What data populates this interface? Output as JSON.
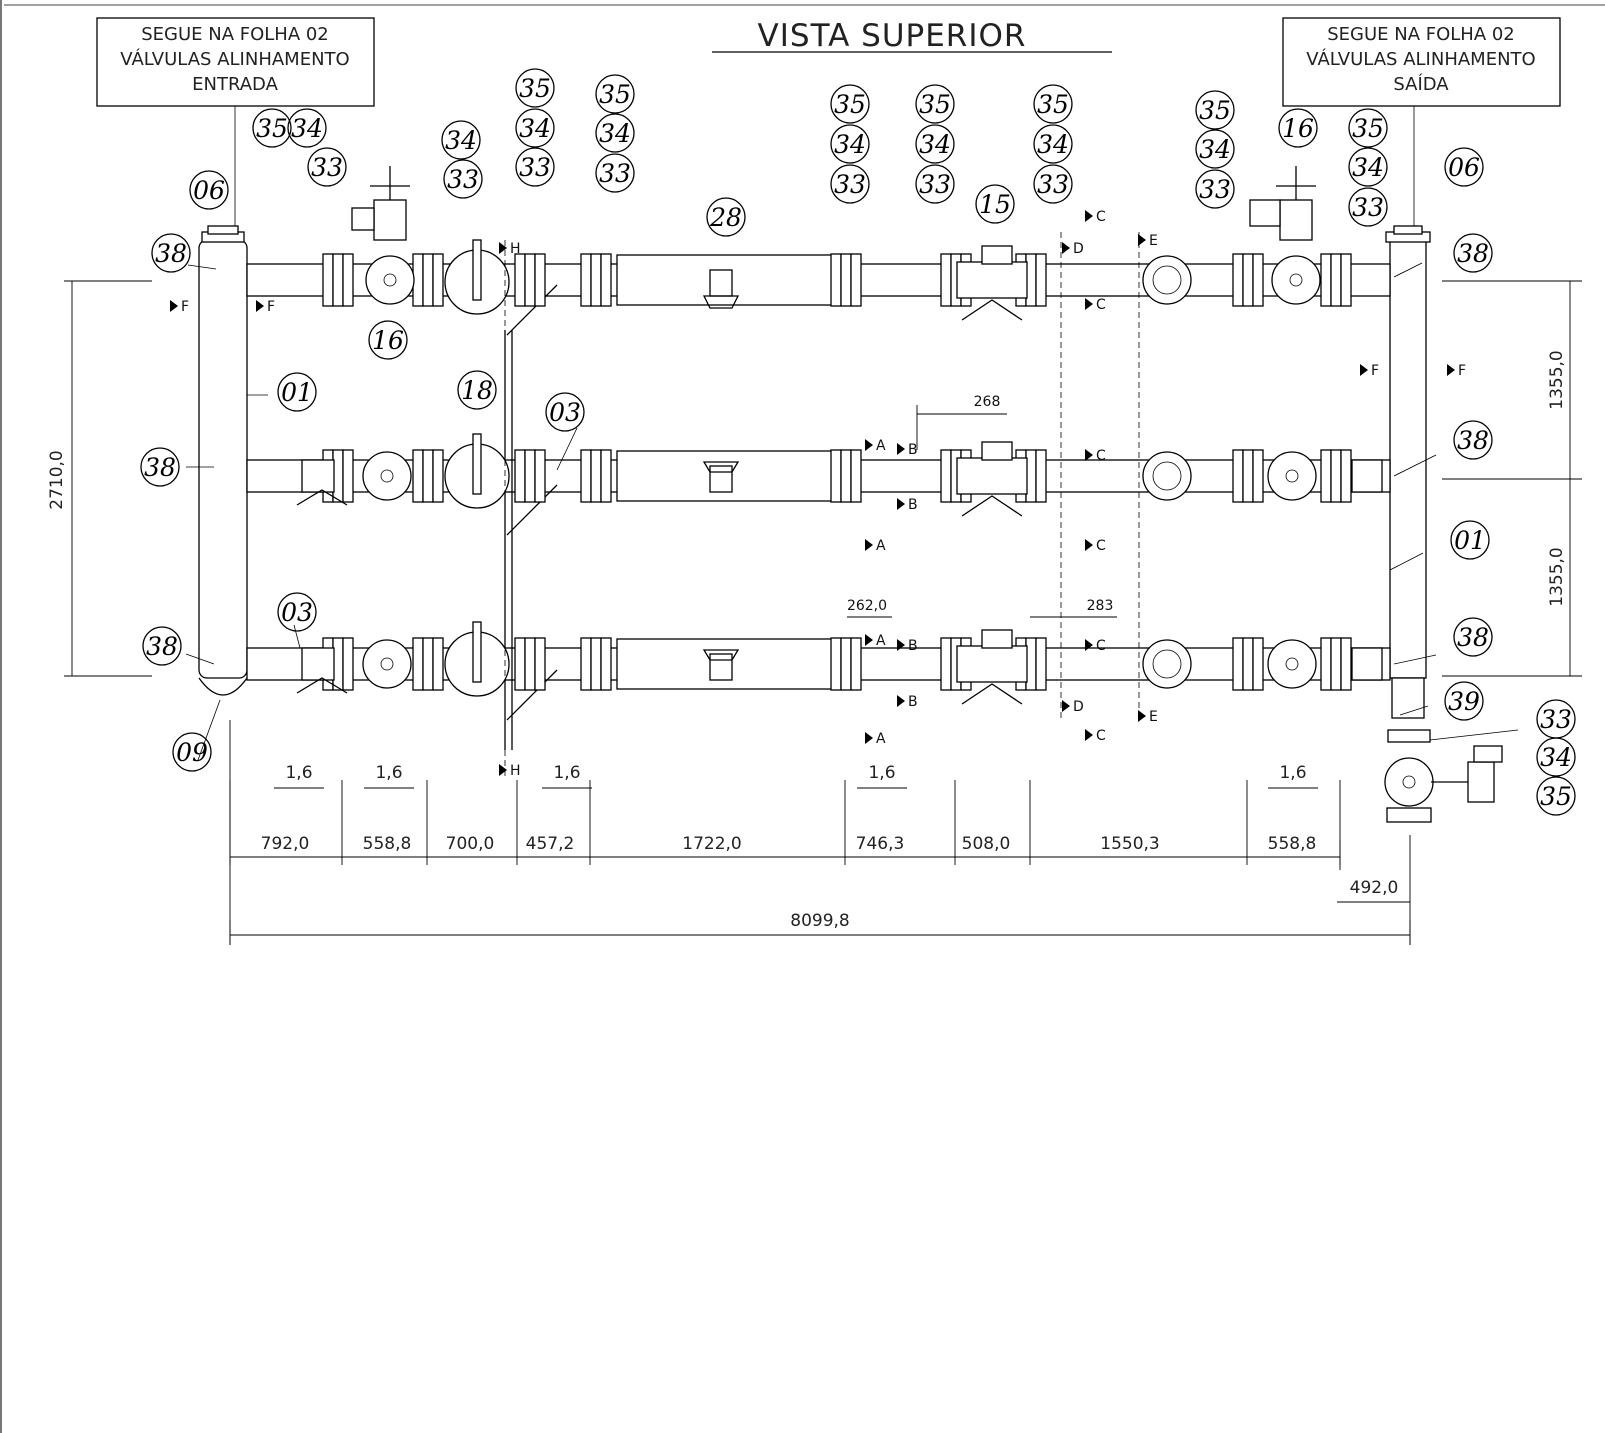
{
  "title": "VISTA SUPERIOR",
  "note_left": {
    "line1": "SEGUE NA FOLHA 02",
    "line2": "VÁLVULAS ALINHAMENTO",
    "line3": "ENTRADA"
  },
  "note_right": {
    "line1": "SEGUE NA FOLHA 02",
    "line2": "VÁLVULAS ALINHAMENTO",
    "line3": "SAÍDA"
  },
  "balloons": [
    "35",
    "34",
    "33",
    "34",
    "33",
    "06",
    "38",
    "16",
    "01",
    "38",
    "03",
    "38",
    "09",
    "35",
    "34",
    "33",
    "35",
    "34",
    "33",
    "28",
    "18",
    "03",
    "35",
    "34",
    "33",
    "35",
    "34",
    "33",
    "15",
    "35",
    "34",
    "33",
    "35",
    "34",
    "33",
    "16",
    "35",
    "34",
    "33",
    "06",
    "38",
    "38",
    "01",
    "38",
    "39",
    "33",
    "34",
    "35"
  ],
  "section_marks": [
    "H",
    "H",
    "F",
    "F",
    "F",
    "F",
    "A",
    "A",
    "A",
    "A",
    "B",
    "B",
    "B",
    "B",
    "C",
    "C",
    "C",
    "C",
    "C",
    "C",
    "D",
    "D",
    "E",
    "E"
  ],
  "dimensions": {
    "overall_length": "8099,8",
    "overall_height": "2710,0",
    "row_spacing_top": "1355,0",
    "row_spacing_bottom": "1355,0",
    "segments": [
      "792,0",
      "558,8",
      "700,0",
      "457,2",
      "1722,0",
      "746,3",
      "508,0",
      "1550,3",
      "558,8"
    ],
    "outlet_offset": "492,0",
    "gaps": [
      "1,6",
      "1,6",
      "1,6",
      "1,6",
      "1,6"
    ],
    "detail_268": "268",
    "detail_262": "262,0",
    "detail_283": "283"
  }
}
